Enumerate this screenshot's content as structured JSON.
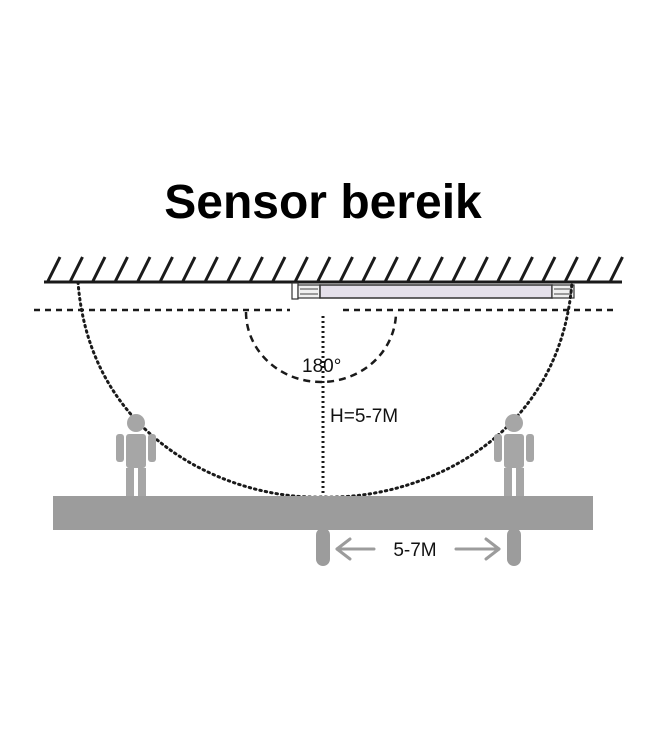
{
  "title": "Sensor bereik",
  "labels": {
    "angle": "180°",
    "height": "H=5-7M",
    "distance": "5-7M"
  },
  "colors": {
    "line": "#1a1a1a",
    "floor": "#9c9c9c",
    "person": "#a6a6a6",
    "lamp": "#e4e0ea"
  },
  "icons": [
    "ceiling-hatch",
    "tube-lamp",
    "person-icon",
    "double-arrow-icon"
  ]
}
